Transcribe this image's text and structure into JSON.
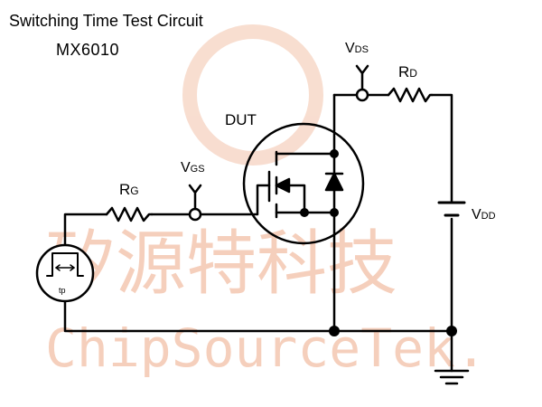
{
  "title": "Switching Time Test Circuit",
  "part_number": "MX6010",
  "components": {
    "dut": "DUT",
    "rg_main": "R",
    "rg_sub": "G",
    "rd_main": "R",
    "rd_sub": "D",
    "vgs_main": "V",
    "vgs_sub": "GS",
    "vds_main": "V",
    "vds_sub": "DS",
    "vdd_main": "V",
    "vdd_sub": "DD",
    "pulse": "tp"
  },
  "watermark": {
    "chinese": "矽源特科技",
    "english": "ChipSourceTek."
  },
  "colors": {
    "wire": "#000000",
    "watermark": "#f4c7b1"
  }
}
